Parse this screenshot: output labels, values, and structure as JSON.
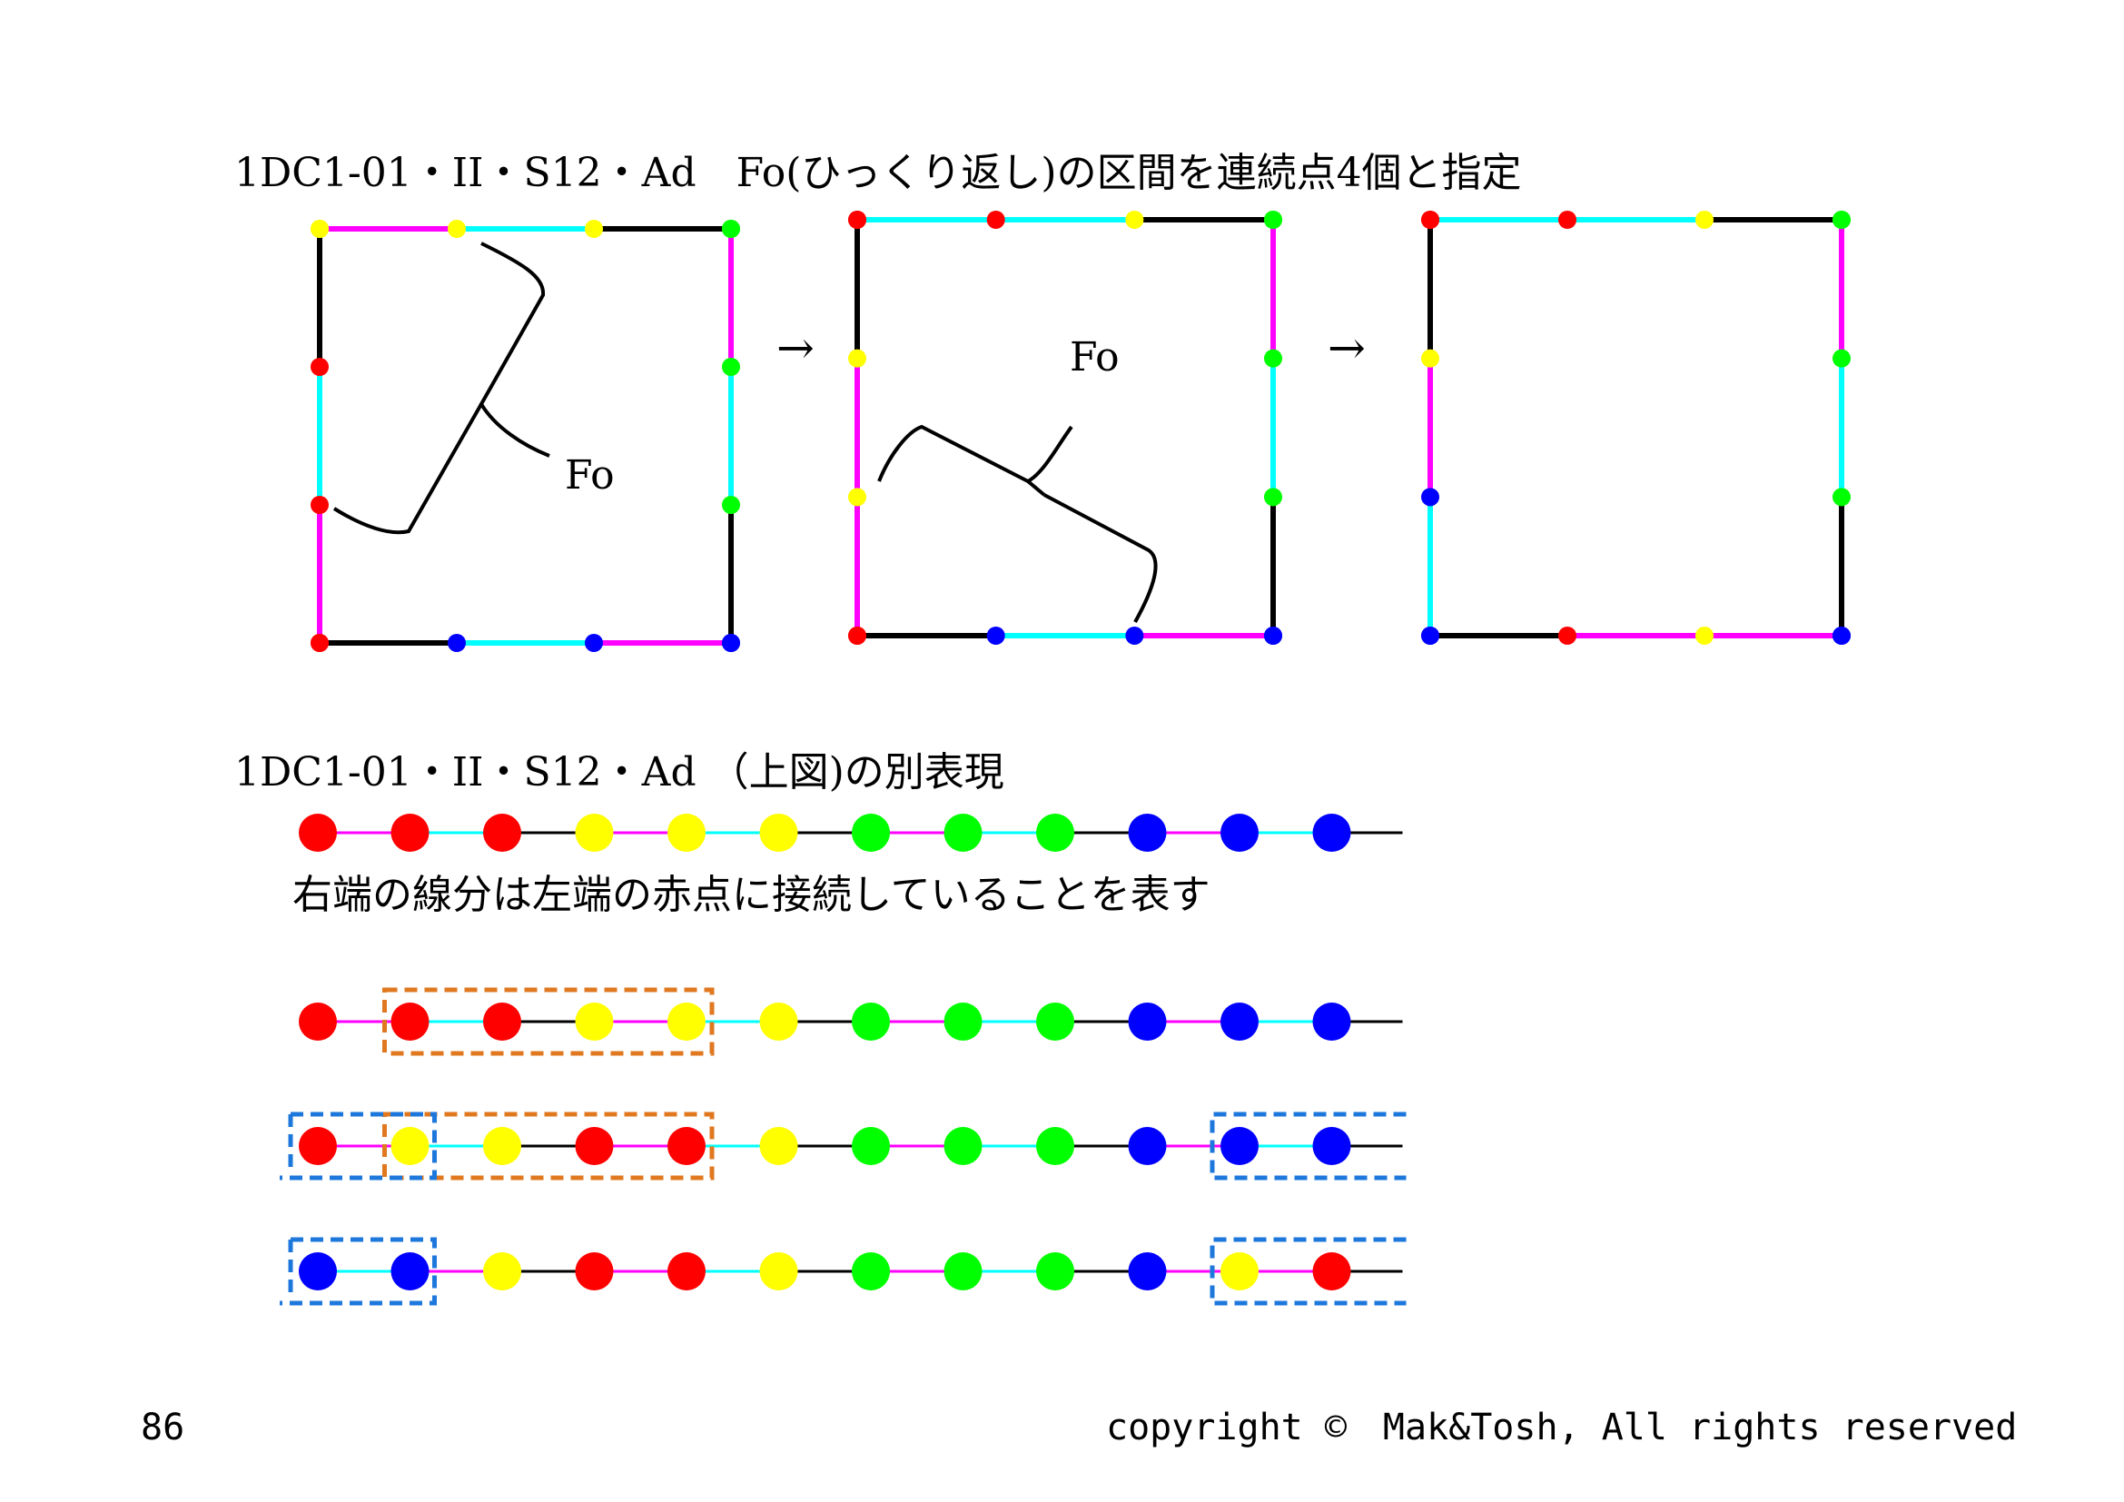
{
  "title_top": "1DC1-01・II・S12・Ad　Fo(ひっくり返し)の区間を連続点4個と指定",
  "title_bottom": "1DC1-01・II・S12・Ad （上図)の別表現",
  "note": "右端の線分は左端の赤点に接続していることを表す",
  "arrow": "→",
  "fo_label": "Fo",
  "page_number": "86",
  "copyright": "copyright ©　Mak&Tosh, All rights reserved",
  "colors": {
    "red": "#ff0000",
    "yellow": "#ffff00",
    "green": "#00ff00",
    "blue": "#0000ff",
    "magenta": "#ff00ff",
    "cyan": "#00ffff",
    "black": "#000000",
    "box_orange": "#e07820",
    "box_blue": "#1e78dc"
  },
  "chains": [
    {
      "dots": [
        "red",
        "red",
        "red",
        "yellow",
        "yellow",
        "yellow",
        "green",
        "green",
        "green",
        "blue",
        "blue",
        "blue"
      ],
      "links": [
        "magenta",
        "cyan",
        "black",
        "magenta",
        "cyan",
        "black",
        "magenta",
        "cyan",
        "black",
        "magenta",
        "cyan",
        "black"
      ],
      "boxes": []
    },
    {
      "dots": [
        "red",
        "red",
        "red",
        "yellow",
        "yellow",
        "yellow",
        "green",
        "green",
        "green",
        "blue",
        "blue",
        "blue"
      ],
      "links": [
        "magenta",
        "cyan",
        "black",
        "magenta",
        "cyan",
        "black",
        "magenta",
        "cyan",
        "black",
        "magenta",
        "cyan",
        "black"
      ],
      "boxes": [
        {
          "color": "box_orange",
          "from": 1,
          "to": 4
        }
      ]
    },
    {
      "dots": [
        "red",
        "yellow",
        "yellow",
        "red",
        "red",
        "yellow",
        "green",
        "green",
        "green",
        "blue",
        "blue",
        "blue"
      ],
      "links": [
        "magenta",
        "cyan",
        "black",
        "magenta",
        "cyan",
        "black",
        "magenta",
        "cyan",
        "black",
        "magenta",
        "cyan",
        "black"
      ],
      "boxes": [
        {
          "color": "box_orange",
          "from": 1,
          "to": 4
        },
        {
          "color": "box_blue",
          "from": 0,
          "to": 1,
          "kind": "left"
        },
        {
          "color": "box_blue",
          "from": 10,
          "to": 11,
          "kind": "right"
        }
      ]
    },
    {
      "dots": [
        "blue",
        "blue",
        "yellow",
        "red",
        "red",
        "yellow",
        "green",
        "green",
        "green",
        "blue",
        "yellow",
        "red"
      ],
      "links": [
        "cyan",
        "magenta",
        "black",
        "magenta",
        "cyan",
        "black",
        "magenta",
        "cyan",
        "black",
        "magenta",
        "magenta",
        "black"
      ],
      "boxes": [
        {
          "color": "box_blue",
          "from": 0,
          "to": 1,
          "kind": "left"
        },
        {
          "color": "box_blue",
          "from": 10,
          "to": 11,
          "kind": "right"
        }
      ]
    }
  ],
  "squares": [
    {
      "top": [
        {
          "dot": "yellow"
        },
        {
          "seg": "magenta"
        },
        {
          "dot": "yellow"
        },
        {
          "seg": "cyan"
        },
        {
          "dot": "yellow"
        },
        {
          "seg": "black"
        },
        {
          "dot": "green"
        }
      ],
      "right": [
        {
          "dot": "green"
        },
        {
          "seg": "magenta"
        },
        {
          "dot": "green"
        },
        {
          "seg": "cyan"
        },
        {
          "dot": "green"
        },
        {
          "seg": "black"
        },
        {
          "dot": "blue"
        }
      ],
      "bottom": [
        {
          "dot": "red"
        },
        {
          "seg": "black"
        },
        {
          "dot": "blue"
        },
        {
          "seg": "cyan"
        },
        {
          "dot": "blue"
        },
        {
          "seg": "magenta"
        },
        {
          "dot": "blue"
        }
      ],
      "left": [
        {
          "dot": "yellow"
        },
        {
          "seg": "black"
        },
        {
          "dot": "red"
        },
        {
          "seg": "cyan"
        },
        {
          "dot": "red"
        },
        {
          "seg": "magenta"
        },
        {
          "dot": "red"
        }
      ]
    },
    {
      "top": [
        {
          "dot": "red"
        },
        {
          "seg": "cyan"
        },
        {
          "dot": "red"
        },
        {
          "seg": "cyan"
        },
        {
          "dot": "yellow"
        },
        {
          "seg": "black"
        },
        {
          "dot": "green"
        }
      ],
      "right": [
        {
          "dot": "green"
        },
        {
          "seg": "magenta"
        },
        {
          "dot": "green"
        },
        {
          "seg": "cyan"
        },
        {
          "dot": "green"
        },
        {
          "seg": "black"
        },
        {
          "dot": "blue"
        }
      ],
      "bottom": [
        {
          "dot": "red"
        },
        {
          "seg": "black"
        },
        {
          "dot": "blue"
        },
        {
          "seg": "cyan"
        },
        {
          "dot": "blue"
        },
        {
          "seg": "magenta"
        },
        {
          "dot": "blue"
        }
      ],
      "left": [
        {
          "dot": "red"
        },
        {
          "seg": "black"
        },
        {
          "dot": "yellow"
        },
        {
          "seg": "magenta"
        },
        {
          "dot": "yellow"
        },
        {
          "seg": "magenta"
        },
        {
          "dot": "red"
        }
      ]
    },
    {
      "top": [
        {
          "dot": "red"
        },
        {
          "seg": "cyan"
        },
        {
          "dot": "red"
        },
        {
          "seg": "cyan"
        },
        {
          "dot": "yellow"
        },
        {
          "seg": "black"
        },
        {
          "dot": "green"
        }
      ],
      "right": [
        {
          "dot": "green"
        },
        {
          "seg": "magenta"
        },
        {
          "dot": "green"
        },
        {
          "seg": "cyan"
        },
        {
          "dot": "green"
        },
        {
          "seg": "black"
        },
        {
          "dot": "blue"
        }
      ],
      "bottom": [
        {
          "dot": "blue"
        },
        {
          "seg": "black"
        },
        {
          "dot": "red"
        },
        {
          "seg": "magenta"
        },
        {
          "dot": "yellow"
        },
        {
          "seg": "magenta"
        },
        {
          "dot": "blue"
        }
      ],
      "left": [
        {
          "dot": "red"
        },
        {
          "seg": "black"
        },
        {
          "dot": "yellow"
        },
        {
          "seg": "magenta"
        },
        {
          "dot": "blue"
        },
        {
          "seg": "cyan"
        },
        {
          "dot": "blue"
        }
      ]
    }
  ]
}
